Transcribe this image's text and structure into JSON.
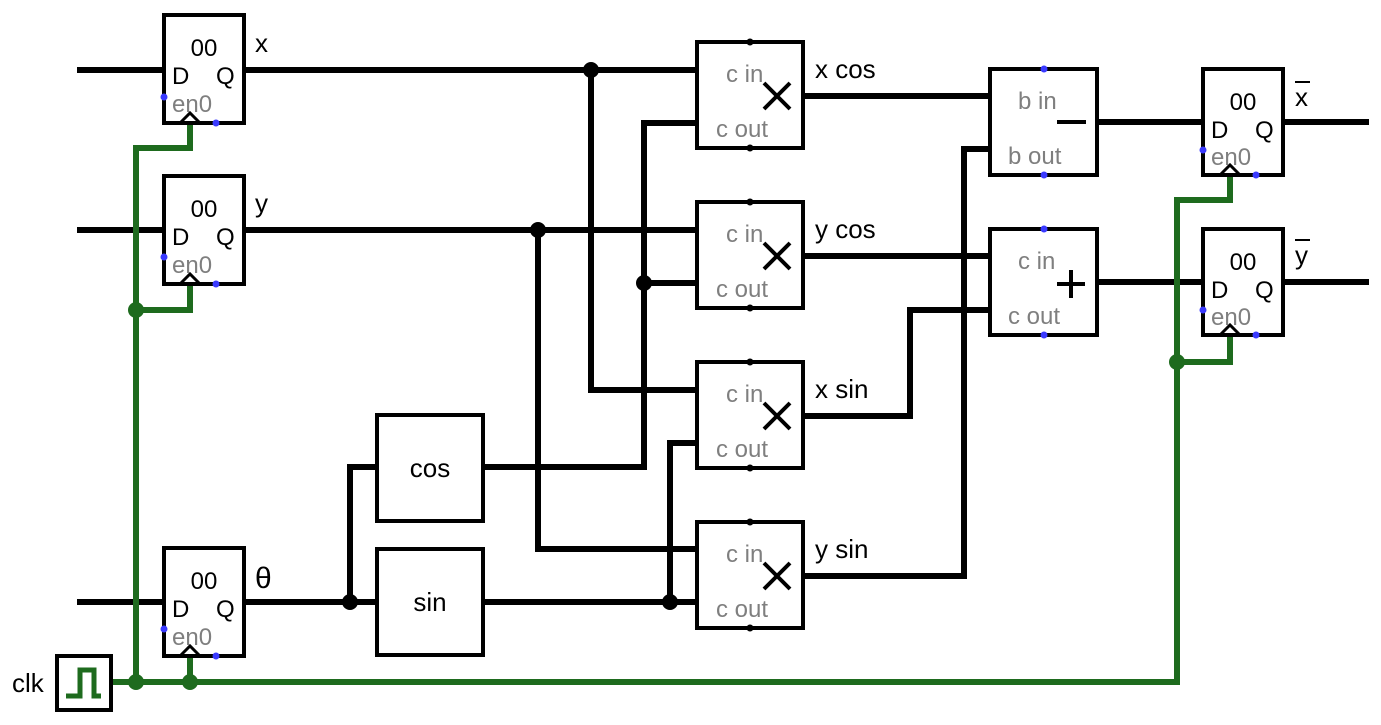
{
  "registers": {
    "x": {
      "value": "00",
      "d": "D",
      "q": "Q",
      "en": "en0",
      "output": "x"
    },
    "y": {
      "value": "00",
      "d": "D",
      "q": "Q",
      "en": "en0",
      "output": "y"
    },
    "theta": {
      "value": "00",
      "d": "D",
      "q": "Q",
      "en": "en0",
      "output": "θ"
    },
    "xbar": {
      "value": "00",
      "d": "D",
      "q": "Q",
      "en": "en0",
      "output": "x"
    },
    "ybar": {
      "value": "00",
      "d": "D",
      "q": "Q",
      "en": "en0",
      "output": "y"
    }
  },
  "functions": {
    "cos": "cos",
    "sin": "sin"
  },
  "multipliers": [
    {
      "cin": "c in",
      "cout": "c out",
      "op": "×",
      "output": "x cos"
    },
    {
      "cin": "c in",
      "cout": "c out",
      "op": "×",
      "output": "y cos"
    },
    {
      "cin": "c in",
      "cout": "c out",
      "op": "×",
      "output": "x sin"
    },
    {
      "cin": "c in",
      "cout": "c out",
      "op": "×",
      "output": "y sin"
    }
  ],
  "subtractor": {
    "bin": "b in",
    "bout": "b out",
    "op": "−"
  },
  "adder": {
    "cin": "c in",
    "cout": "c out",
    "op": "+"
  },
  "clock": {
    "label": "clk"
  },
  "colors": {
    "wire": "#000000",
    "clock_wire": "#1e6b1e",
    "port_pin": "#3a3aff",
    "port_text": "#7f7f7f"
  }
}
